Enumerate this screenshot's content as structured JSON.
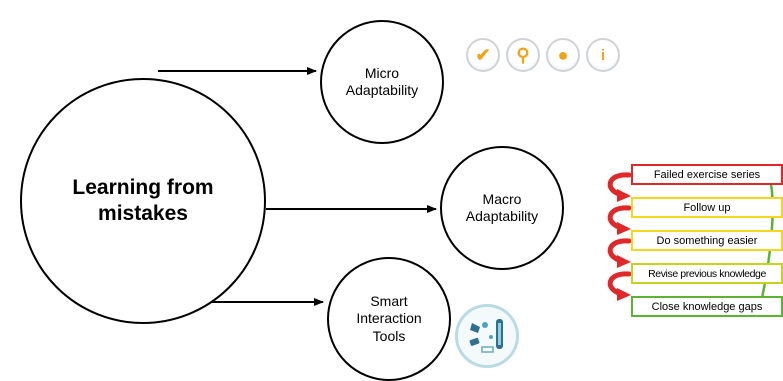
{
  "main": {
    "label": "Learning from\nmistakes"
  },
  "nodes": {
    "micro": {
      "label": "Micro\nAdaptability"
    },
    "macro": {
      "label": "Macro\nAdaptability"
    },
    "smart": {
      "label": "Smart\nInteraction\nTools"
    }
  },
  "micro_icons": [
    {
      "name": "checkmark-icon",
      "glyph": "✔",
      "color": "#f0a418"
    },
    {
      "name": "magnifier-icon",
      "glyph": "⚲",
      "color": "#f0a418"
    },
    {
      "name": "lightbulb-icon",
      "glyph": "●",
      "color": "#f0a418"
    },
    {
      "name": "info-icon",
      "glyph": "i",
      "color": "#f0a418"
    }
  ],
  "steps": [
    {
      "label": "Failed exercise series",
      "border": "#e0272a"
    },
    {
      "label": "Follow up",
      "border": "#f5d51e"
    },
    {
      "label": "Do something easier",
      "border": "#f5d51e"
    },
    {
      "label": "Revise previous knowledge",
      "border": "#c7d21c"
    },
    {
      "label": "Close knowledge gaps",
      "border": "#5cb333"
    }
  ],
  "colors": {
    "loop_arrow": "#e0272a",
    "return_arrow": "#5cb333"
  }
}
